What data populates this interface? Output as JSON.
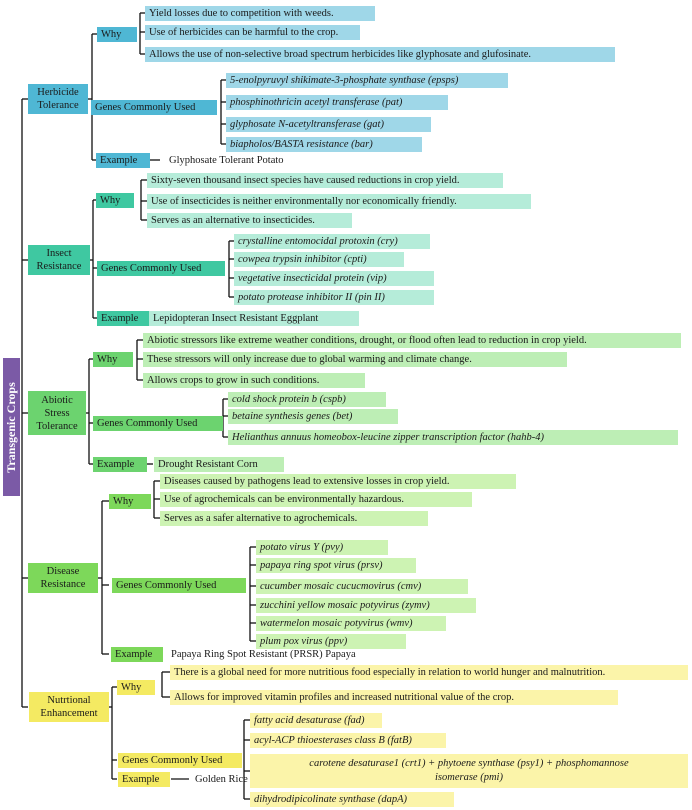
{
  "root": "Transgenic Crops",
  "colors": {
    "herbicide": "#4fb7d4",
    "herbicide_light": "#9fd7e8",
    "insect": "#3fc8a1",
    "insect_light": "#b5ecd9",
    "abiotic": "#6cd36f",
    "abiotic_light": "#bdeeb5",
    "disease": "#7dd85a",
    "disease_light": "#cdf3b3",
    "nutrition": "#f4ea62",
    "nutrition_light": "#fbf4a9"
  },
  "categories": [
    {
      "name": "Herbicide Tolerance",
      "why": "Why",
      "genes_label": "Genes Commonly Used",
      "example_label": "Example",
      "reasons": [
        "Yield losses due to competition with weeds.",
        "Use of herbicides  can be harmful  to the crop.",
        "Allows the use of non-selective broad spectrum herbicides like glyphosate and glufosinate."
      ],
      "genes": [
        "5-enolpyruvyl shikimate-3-phosphate  synthase (epsps)",
        "phosphinothricin  acetyl transferase (pat)",
        "glyphosate  N-acetyltransferase  (gat)",
        "biapholos/BASTA resistance (bar)"
      ],
      "example": "Glyphosate Tolerant Potato"
    },
    {
      "name": "Insect Resistance",
      "why": "Why",
      "genes_label": "Genes  Commonly Used",
      "example_label": "Example",
      "reasons": [
        "Sixty-seven thousand insect species have caused reductions in crop yield.",
        "Use of insecticides  is neither environmentally  nor economically friendly.",
        "Serves as an alternative  to insecticides."
      ],
      "genes": [
        "crystalline entomocidal protoxin (cry)",
        "cowpea trypsin inhibitor (cpti)",
        "vegetative insecticidal protein (vip)",
        "potato protease inhibitor II (pin II)"
      ],
      "example": "Lepidopteran  Insect  Resistant Eggplant"
    },
    {
      "name": "Abiotic Stress Tolerance",
      "why": "Why",
      "genes_label": "Genes Commonly Used",
      "example_label": "Example",
      "reasons": [
        "Abiotic stressors like extreme weather conditions, drought, or flood often lead to reduction in crop yield.",
        "These stressors will only increase  due to global warming and climate change.",
        "Allows crops to grow in such conditions."
      ],
      "genes": [
        "cold shock protein b (cspb)",
        "betaine synthesis genes (bet)",
        "Helianthus annuus homeobox-leucine  zipper transcription factor (hahb-4)"
      ],
      "example": "Drought Resistant Corn"
    },
    {
      "name": "Disease Resistance",
      "why": "Why",
      "genes_label": "Genes Commonly Used",
      "example_label": "Example",
      "reasons": [
        "Diseases  caused by pathogens lead to extensive losses in crop yield.",
        "Use of agrochemicals  can be environmentally  hazardous.",
        "Serves as a safer alternative to agrochemicals."
      ],
      "genes": [
        "potato virus Y (pvy)",
        "papaya ring spot virus (prsv)",
        "cucumber  mosaic cucucmovirus  (cmv)",
        "zucchini  yellow mosaic potyvirus  (zymv)",
        "watermelon  mosaic potyvirus (wmv)",
        "plum pox virus (ppv)"
      ],
      "example": "Papaya  Ring Spot Resistant (PRSR) Papaya"
    },
    {
      "name": "Nutrtional Enhancement",
      "why": "Why",
      "genes_label": "Genes Commonly Used",
      "example_label": "Example",
      "reasons": [
        "There is a global need for more nutritious food especially in relation to world hunger and malnutrition.",
        "Allows for improved vitamin profiles and increased nutritional value of the crop."
      ],
      "genes": [
        "fatty acid desaturase  (fad)",
        "acyl-ACP  thioesterases class B (fatB)",
        "carotene desaturase1 (crt1) + phytoene synthase (psy1) + phosphomannose\nisomerase (pmi)",
        "dihydrodipicolinate synthase (dapA)"
      ],
      "example": "Golden Rice"
    }
  ]
}
